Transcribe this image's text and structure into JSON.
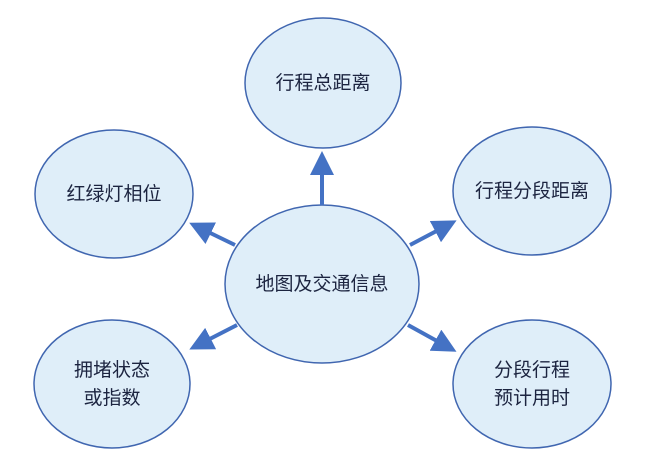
{
  "center": {
    "label": "地图及交通信息"
  },
  "nodes": {
    "top": {
      "label": "行程总距离"
    },
    "left_top": {
      "label": "红绿灯相位"
    },
    "right_top": {
      "label": "行程分段距离"
    },
    "left_bottom": {
      "line1": "拥堵状态",
      "line2": "或指数"
    },
    "right_bottom": {
      "line1": "分段行程",
      "line2": "预计用时"
    }
  },
  "colors": {
    "fill": "#dfeef9",
    "stroke": "#4066b0",
    "arrow": "#4472c4"
  }
}
